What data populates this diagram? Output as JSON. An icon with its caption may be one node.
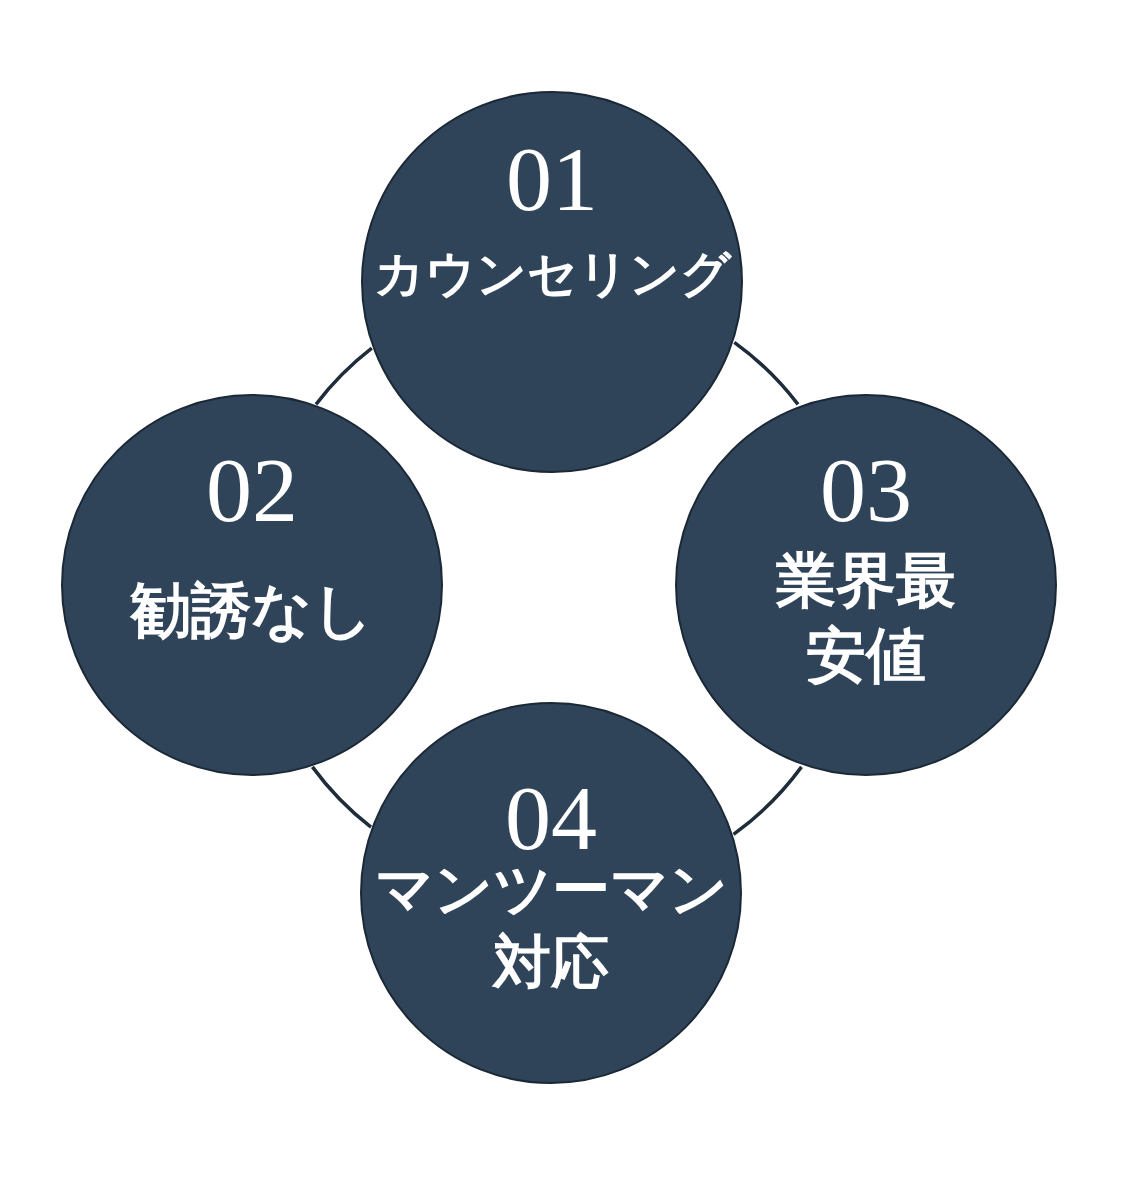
{
  "diagram": {
    "nodes": [
      {
        "text": [
          "01",
          "カウンセリング"
        ]
      },
      {
        "text": [
          "02",
          "勧誘なし"
        ]
      },
      {
        "text": [
          "03",
          "業界最安値"
        ]
      },
      {
        "text": [
          "04",
          "マンツーマン対応"
        ]
      }
    ],
    "edges": [
      {
        "from": 0,
        "to": 2,
        "arrow": "none"
      },
      {
        "from": 2,
        "to": 3,
        "arrow": "none"
      },
      {
        "from": 3,
        "to": 1,
        "arrow": "none"
      },
      {
        "from": 1,
        "to": 0,
        "arrow": "none"
      }
    ]
  }
}
